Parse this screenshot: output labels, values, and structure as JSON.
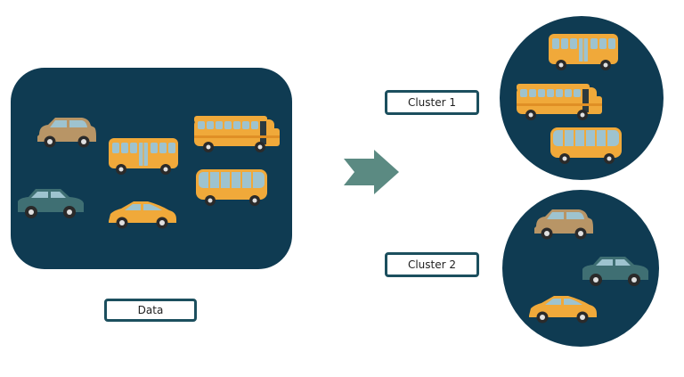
{
  "labels": {
    "data": "Data",
    "cluster1": "Cluster 1",
    "cluster2": "Cluster 2"
  },
  "colors": {
    "panel": "#0f3b52",
    "box_border": "#1c4f5e",
    "arrow": "#5b8a82",
    "bus_body": "#f0a93a",
    "bus_window": "#9ec3cf",
    "car_tan": "#b89566",
    "car_teal": "#3f6f73",
    "car_orange": "#f0a93a",
    "wheel": "#2a2a2a",
    "hub": "#e0e0e0"
  }
}
